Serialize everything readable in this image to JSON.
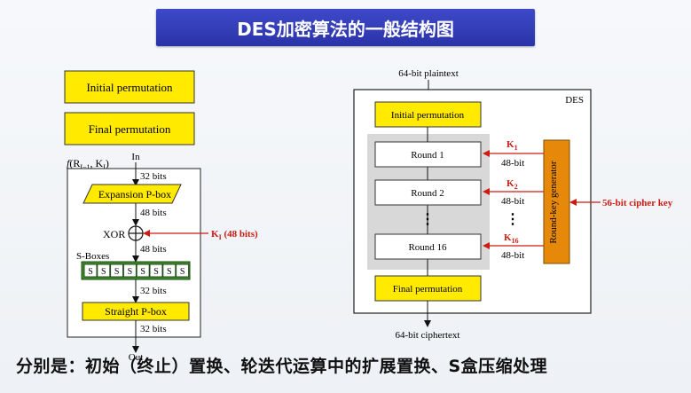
{
  "title": "DES加密算法的一般结构图",
  "caption": "分别是：初始（终止）置换、轮迭代运算中的扩展置换、S盒压缩处理",
  "left": {
    "initial_permutation": "Initial permutation",
    "final_permutation": "Final permutation",
    "func_label_f": "f",
    "func_label_args": "(R",
    "func_label_sub": "I−1",
    "func_label_rest": ", K",
    "func_label_sub2": "I",
    "func_label_close": ")",
    "in_label": "In",
    "bits_32_a": "32 bits",
    "expansion_pbox": "Expansion P-box",
    "bits_48_a": "48 bits",
    "xor_label": "XOR",
    "key_label": "K",
    "key_sub": "I",
    "key_bits": " (48 bits)",
    "bits_48_b": "48 bits",
    "sboxes_label": "S-Boxes",
    "sbox_letter": "S",
    "bits_32_b": "32 bits",
    "straight_pbox": "Straight P-box",
    "bits_32_c": "32 bits",
    "out_label": "Out"
  },
  "right": {
    "plaintext": "64-bit plaintext",
    "des_label": "DES",
    "initial_permutation": "Initial permutation",
    "round1": "Round 1",
    "round2": "Round 2",
    "round16": "Round 16",
    "dots": "⋮",
    "k1": "K",
    "k1_sub": "1",
    "k2": "K",
    "k2_sub": "2",
    "k16": "K",
    "k16_sub": "16",
    "bit48_a": "48-bit",
    "bit48_b": "48-bit",
    "bit48_c": "48-bit",
    "key_generator": "Round-key generator",
    "cipher_key": "56-bit cipher key",
    "final_permutation": "Final permutation",
    "ciphertext": "64-bit ciphertext"
  },
  "colors": {
    "title_bg": "#2f38b4",
    "yellow_box": "#ffea00",
    "red_arrow": "#cc1b12",
    "sbox_green": "#3d8a2c",
    "key_gen": "#e6890b",
    "round_bg": "#d8d8d8"
  }
}
